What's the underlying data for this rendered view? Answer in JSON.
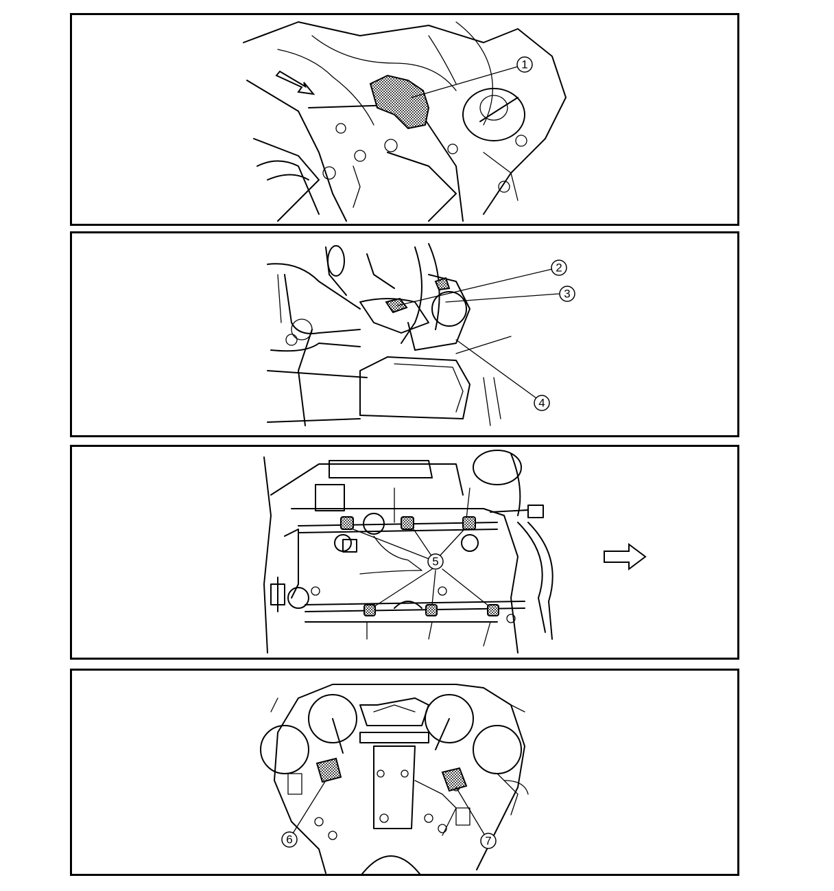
{
  "colors": {
    "line": "#000000",
    "background": "#ffffff",
    "hatch": "#555555"
  },
  "panels": [
    {
      "callouts": [
        {
          "label": "1"
        }
      ],
      "icons": [
        "direction-arrow-icon"
      ]
    },
    {
      "callouts": [
        {
          "label": "2"
        },
        {
          "label": "3"
        },
        {
          "label": "4"
        }
      ]
    },
    {
      "callouts": [
        {
          "label": "5"
        }
      ],
      "icons": [
        "direction-arrow-icon"
      ]
    },
    {
      "callouts": [
        {
          "label": "6"
        },
        {
          "label": "7"
        }
      ]
    }
  ]
}
